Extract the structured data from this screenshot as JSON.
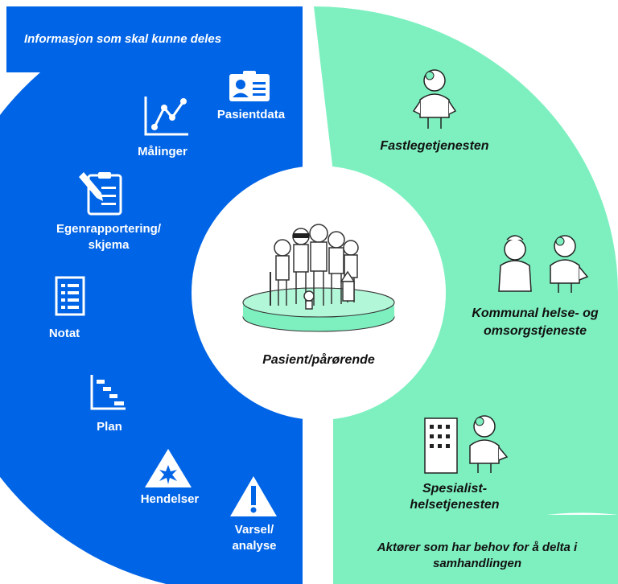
{
  "left_panel": {
    "title": "Informasjon som skal kunne deles",
    "items": [
      {
        "label": "Pasientdata",
        "icon": "id-card-icon"
      },
      {
        "label": "Målinger",
        "icon": "line-chart-icon"
      },
      {
        "label": "Egenrapportering/ skjema",
        "line1": "Egenrapportering/",
        "line2": "skjema",
        "icon": "clipboard-pen-icon"
      },
      {
        "label": "Notat",
        "icon": "list-document-icon"
      },
      {
        "label": "Plan",
        "icon": "gantt-plan-icon"
      },
      {
        "label": "Hendelser",
        "icon": "warning-burst-icon"
      },
      {
        "label": "Varsel/ analyse",
        "line1": "Varsel/",
        "line2": "analyse",
        "icon": "exclamation-triangle-icon"
      }
    ],
    "color": "#0064e6"
  },
  "center": {
    "label": "Pasient/pårørende",
    "icon": "patient-group-on-platform"
  },
  "right_panel": {
    "actors": [
      {
        "label": "Fastlegetjenesten",
        "icon": "doctor-icon"
      },
      {
        "label": "Kommunal helse- og omsorgstjeneste",
        "line1": "Kommunal helse- og",
        "line2": "omsorgstjeneste",
        "icon": "nurse-and-doctor-icon"
      },
      {
        "label": "Spesialist- helsetjenesten",
        "line1": "Spesialist-",
        "line2": "helsetjenesten",
        "icon": "hospital-and-doctor-icon"
      }
    ],
    "footer_line1": "Aktører som har behov for å delta i",
    "footer_line2": "samhandlingen",
    "color": "#7ef0c0"
  }
}
